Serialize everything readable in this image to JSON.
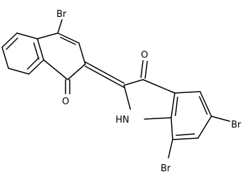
{
  "molecule": {
    "atom_labels": {
      "br_naphthyl": "Br",
      "o_naphthyl": "O",
      "o_indolinone": "O",
      "nh": "HN",
      "br_right": "Br",
      "br_bottom": "Br"
    }
  },
  "colors": {
    "bond": "#000000",
    "background": "#ffffff"
  }
}
